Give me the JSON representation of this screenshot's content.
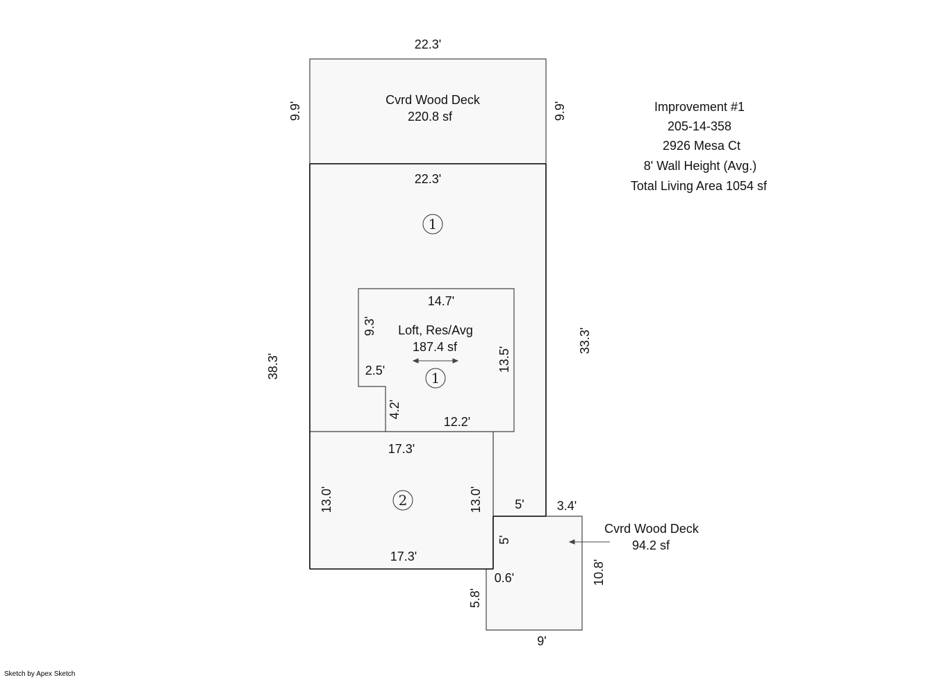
{
  "info": {
    "line1": "Improvement #1",
    "line2": "205-14-358",
    "line3": "2926 Mesa Ct",
    "line4": "8' Wall Height (Avg.)",
    "line5": "Total Living Area 1054 sf"
  },
  "top_deck": {
    "name": "Cvrd Wood Deck",
    "area": "220.8 sf",
    "dim_top": "22.3'",
    "dim_left": "9.9'",
    "dim_right": "9.9'"
  },
  "main": {
    "dim_top": "22.3'",
    "dim_left": "38.3'",
    "dim_right": "33.3'",
    "marker": "1"
  },
  "loft": {
    "name": "Loft, Res/Avg",
    "area": "187.4 sf",
    "dim_top": "14.7'",
    "dim_left": "9.3'",
    "dim_right": "13.5'",
    "dim_step": "2.5'",
    "dim_step_down": "4.2'",
    "dim_bottom": "12.2'",
    "marker": "1"
  },
  "second": {
    "dim_top": "17.3'",
    "dim_bottom": "17.3'",
    "dim_left": "13.0'",
    "dim_right": "13.0'",
    "marker": "2"
  },
  "bottom_deck": {
    "name": "Cvrd Wood Deck",
    "area": "94.2 sf",
    "dim_5a": "5'",
    "dim_34": "3.4'",
    "dim_5b": "5'",
    "dim_06": "0.6'",
    "dim_58": "5.8'",
    "dim_108": "10.8'",
    "dim_9": "9'"
  },
  "credit": "Sketch by Apex Sketch"
}
